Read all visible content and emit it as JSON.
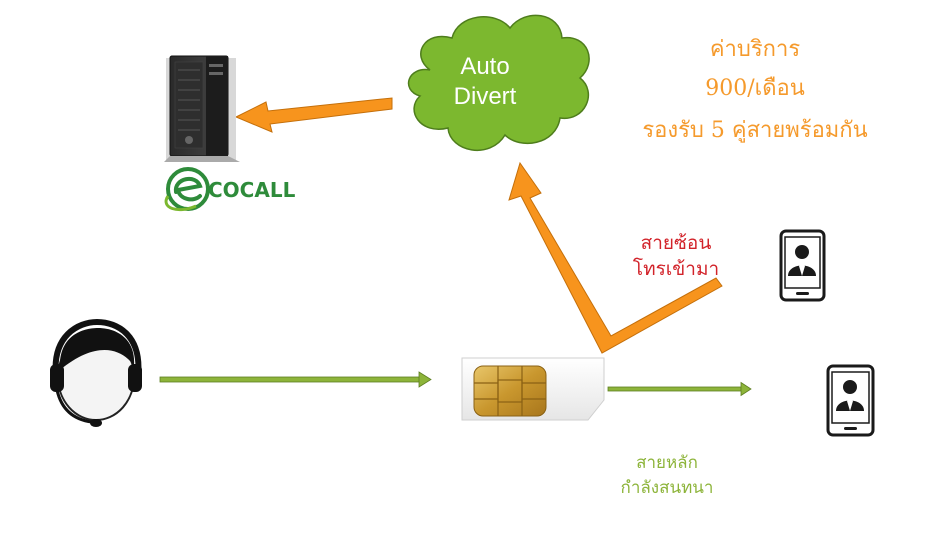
{
  "cloud": {
    "line1": "Auto",
    "line2": "Divert"
  },
  "pricing": {
    "line1": "ค่าบริการ",
    "line2": "900/เดือน",
    "line3": "รองรับ 5 คู่สายพร้อมกัน"
  },
  "incoming_call": {
    "line1": "สายซ้อน",
    "line2": "โทรเข้ามา"
  },
  "main_line": {
    "line1": "สายหลัก",
    "line2": "กำลังสนทนา"
  },
  "brand": {
    "text": "COCALL",
    "logo_letter": "e"
  },
  "colors": {
    "cloud_green": "#7CB82F",
    "arrow_orange": "#F7941D",
    "arrow_green": "#8DB43A",
    "price_orange": "#F59A2C",
    "red_label": "#D2232A",
    "brand_green": "#2E8B3A"
  },
  "icons": [
    "server-icon",
    "headset-agent-icon",
    "sim-card-icon",
    "mobile-phone-icon"
  ]
}
